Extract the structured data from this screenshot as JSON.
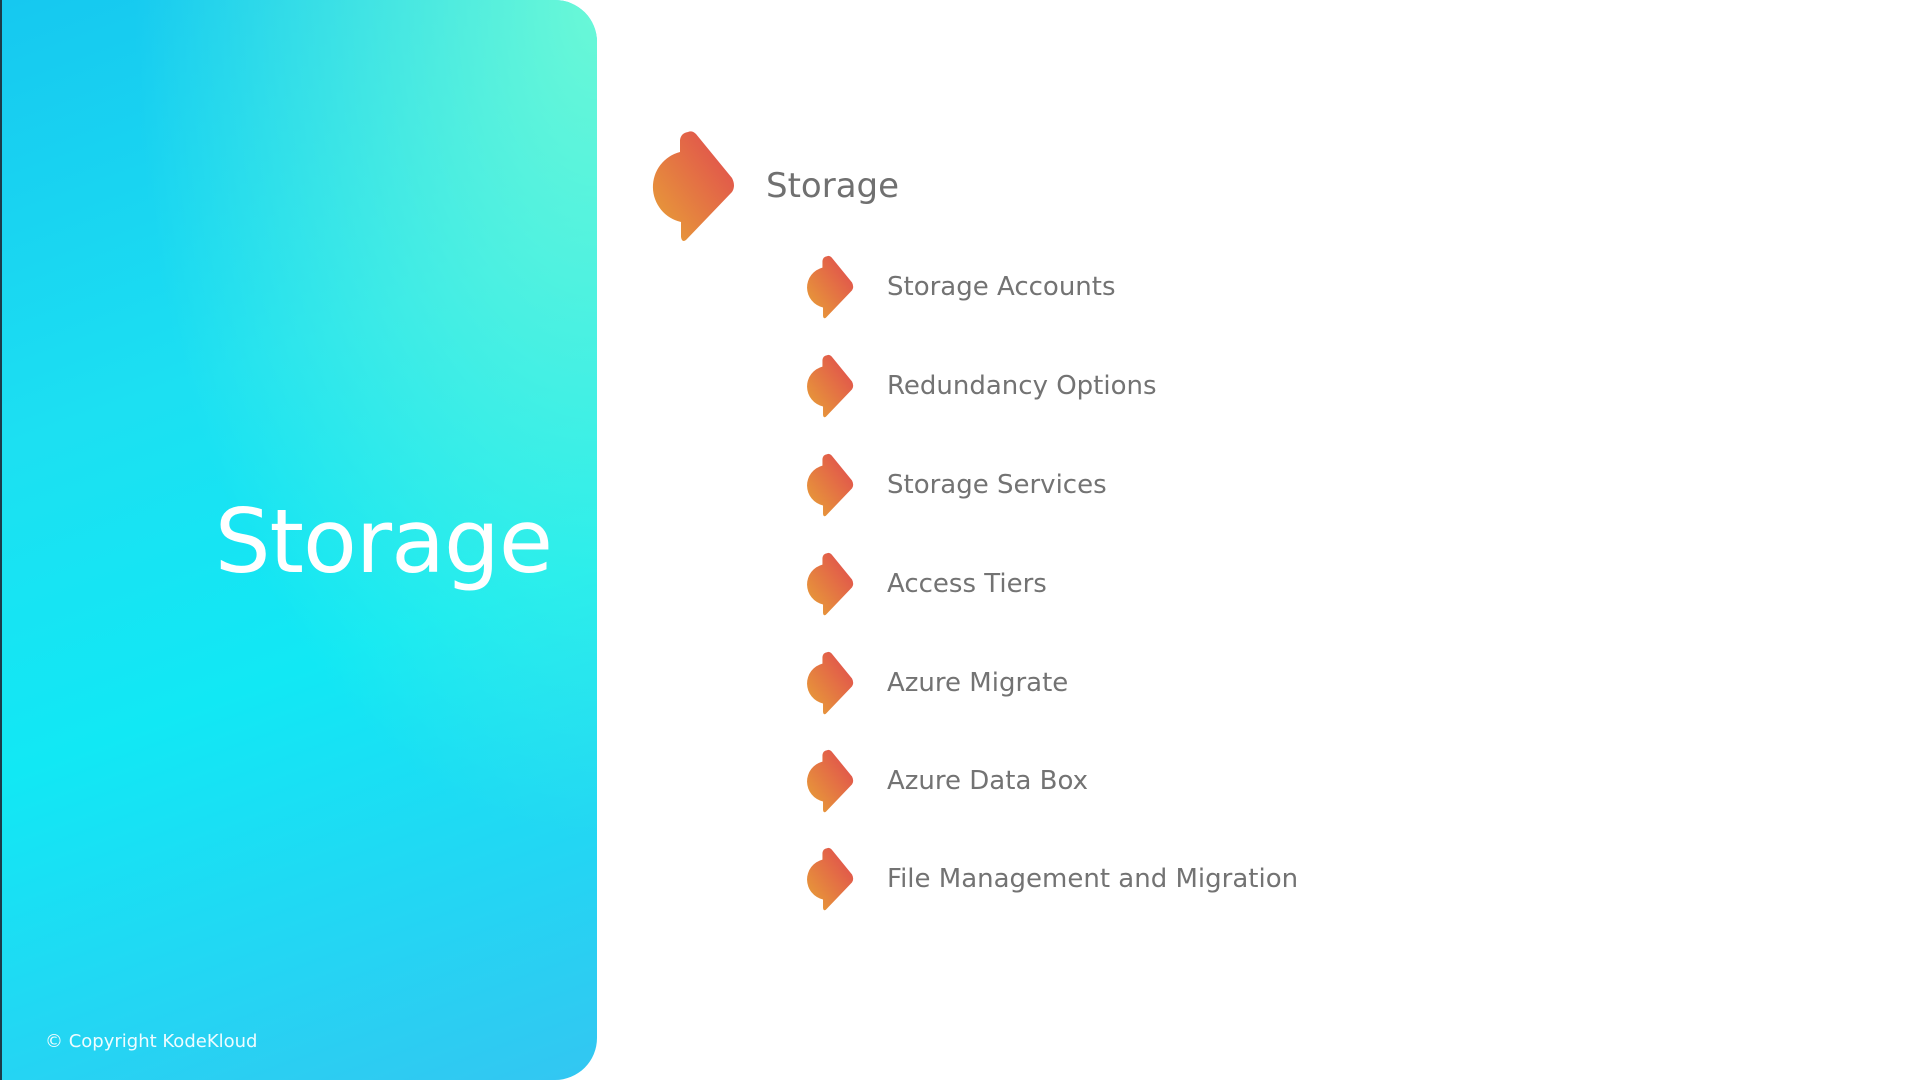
{
  "panel": {
    "title": "Storage",
    "copyright": "© Copyright KodeKloud"
  },
  "heading": {
    "label": "Storage",
    "icon": "bullet-diamond-icon"
  },
  "items": [
    {
      "label": "Storage Accounts"
    },
    {
      "label": "Redundancy Options"
    },
    {
      "label": "Storage Services"
    },
    {
      "label": "Access Tiers"
    },
    {
      "label": "Azure Migrate"
    },
    {
      "label": "Azure Data Box"
    },
    {
      "label": "File Management and Migration"
    }
  ],
  "colors": {
    "icon_start": "#e4a03a",
    "icon_end": "#e04848",
    "panel": "#16d8f2"
  }
}
